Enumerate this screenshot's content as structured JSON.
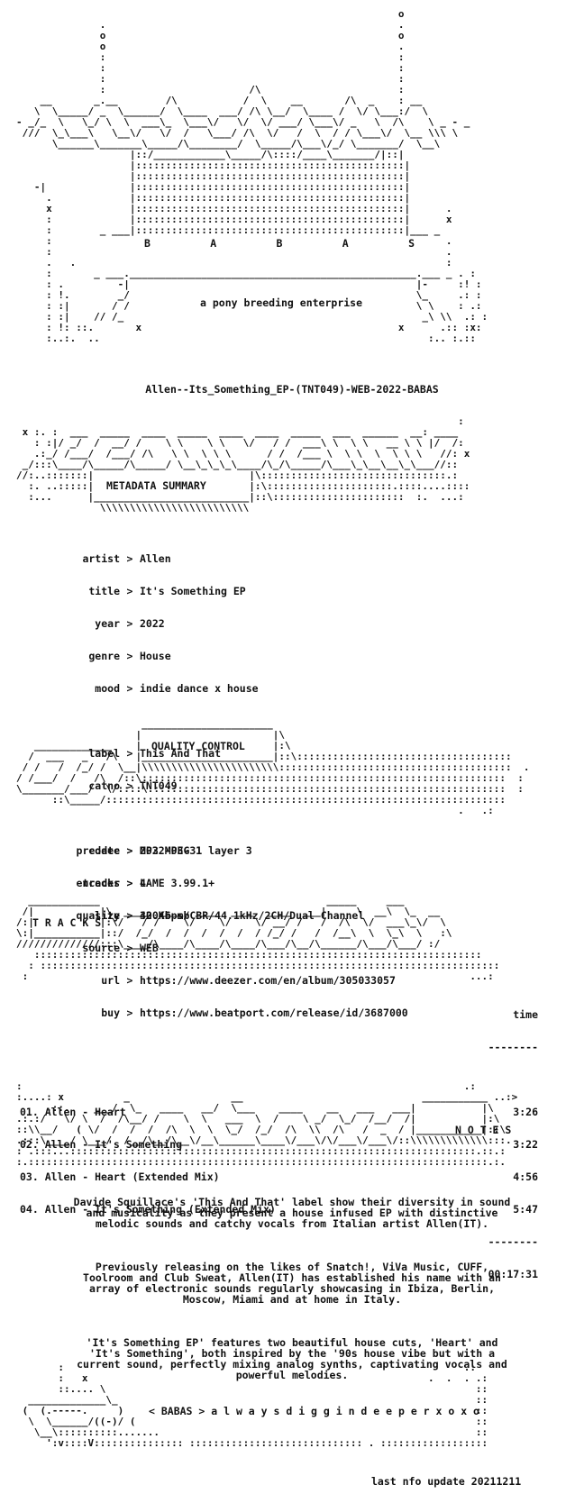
{
  "header": {
    "banner_letters": [
      "B",
      "A",
      "B",
      "A",
      "S"
    ],
    "tagline": "a pony breeding enterprise",
    "release_name": "Allen--Its_Something_EP-(TNT049)-WEB-2022-BABAS"
  },
  "metadata": {
    "title": "METADATA SUMMARY",
    "rows": [
      {
        "key": "artist",
        "value": "Allen"
      },
      {
        "key": "title",
        "value": "It's Something EP"
      },
      {
        "key": "year",
        "value": "2022"
      },
      {
        "key": "genre",
        "value": "House"
      },
      {
        "key": "mood",
        "value": "indie dance x house"
      },
      {
        "key": "",
        "value": ""
      },
      {
        "key": "label",
        "value": "This And That"
      },
      {
        "key": "catno",
        "value": "TNT049"
      },
      {
        "key": "",
        "value": ""
      },
      {
        "key": "predate",
        "value": "2022-03-31"
      },
      {
        "key": "tracks",
        "value": "4"
      },
      {
        "key": "size",
        "value": "40.46 mb"
      },
      {
        "key": "",
        "value": ""
      },
      {
        "key": "url",
        "value": "https://www.deezer.com/en/album/305033057"
      },
      {
        "key": "buy",
        "value": "https://www.beatport.com/release/id/3687000"
      }
    ]
  },
  "quality": {
    "title": "QUALITY CONTROL",
    "rows": [
      {
        "key": "codec",
        "value": "MP3 MPEG 1 layer 3"
      },
      {
        "key": "encoder",
        "value": "LAME 3.99.1+"
      },
      {
        "key": "quality",
        "value": "320Kbps/CBR/44.1kHz/2CH/Dual Channel"
      },
      {
        "key": "source",
        "value": "WEB"
      }
    ]
  },
  "tracks": {
    "title": "T R A C K S",
    "time_header": "time",
    "items": [
      {
        "name": "01. Allen - Heart",
        "time": "3:26"
      },
      {
        "name": "02. Allen - It's Something",
        "time": "3:22"
      },
      {
        "name": "03. Allen - Heart (Extended Mix)",
        "time": "4:56"
      },
      {
        "name": "04. Allen - It's Something (Extended Mix)",
        "time": "5:47"
      }
    ],
    "total": "00:17:31"
  },
  "notes": {
    "title": "N O T E S",
    "paragraphs": [
      "Davide Squillace's 'This And That' label show their diversity in sound\nand musicality as they present a house infused EP with distinctive\nmelodic sounds and catchy vocals from Italian artist Allen(IT).",
      "Previously releasing on the likes of Snatch!, ViVa Music, CUFF,\nToolroom and Club Sweat, Allen(IT) has established his name with an\narray of electronic sounds regularly showcasing in Ibiza, Berlin,\nMoscow, Miami and at home in Italy.",
      "'It's Something EP' features two beautiful house cuts, 'Heart' and\n'It's Something', both inspired by the '90s house vibe but with a\ncurrent sound, perfectly mixing analog synths, captivating vocals and\npowerful melodies."
    ]
  },
  "footer": {
    "group": "BABAS",
    "motto": "a l w a y s d i g g i n d e e p e r x o x o",
    "update": "last nfo update 20211211"
  }
}
